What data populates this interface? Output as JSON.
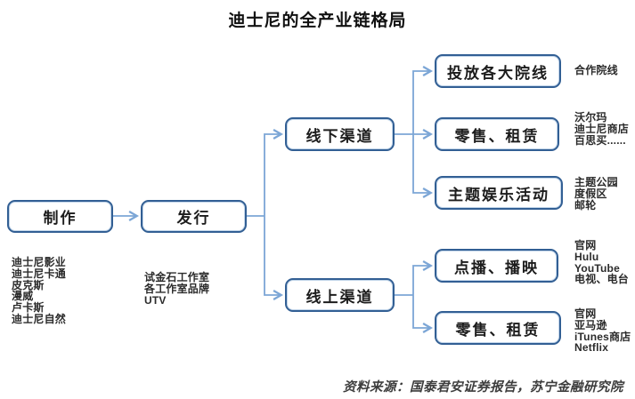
{
  "title": "迪士尼的全产业链格局",
  "source": "资料来源：国泰君安证券报告，苏宁金融研究院",
  "colors": {
    "box_border": "#325f94",
    "box_inner": "#c3d6ea",
    "connector": "#7ca6d6",
    "text_dark": "#1c1c1c",
    "note_text": "#2b2b2b"
  },
  "nodes": {
    "production": {
      "label": "制作"
    },
    "distribution": {
      "label": "发行"
    },
    "offline_channel": {
      "label": "线下渠道"
    },
    "online_channel": {
      "label": "线上渠道"
    },
    "theaters": {
      "label": "投放各大院线"
    },
    "retail_offline": {
      "label": "零售、租赁"
    },
    "theme_entertainment": {
      "label": "主题娱乐活动"
    },
    "vod_broadcast": {
      "label": "点播、播映"
    },
    "retail_online": {
      "label": "零售、租赁"
    }
  },
  "annotations": {
    "production_list": [
      "迪士尼影业",
      "迪士尼卡通",
      "皮克斯",
      "漫威",
      "卢卡斯",
      "迪士尼自然"
    ],
    "distribution_list": [
      "试金石工作室",
      "各工作室品牌",
      "UTV"
    ],
    "theaters_note": [
      "合作院线"
    ],
    "retail_offline_note": [
      "沃尔玛",
      "迪士尼商店",
      "百思买......"
    ],
    "theme_note": [
      "主题公园",
      "度假区",
      "邮轮"
    ],
    "vod_note": [
      "官网",
      "Hulu",
      "YouTube",
      "电视、电台"
    ],
    "retail_online_note": [
      "官网",
      "亚马逊",
      "iTunes商店",
      "Netflix"
    ]
  }
}
